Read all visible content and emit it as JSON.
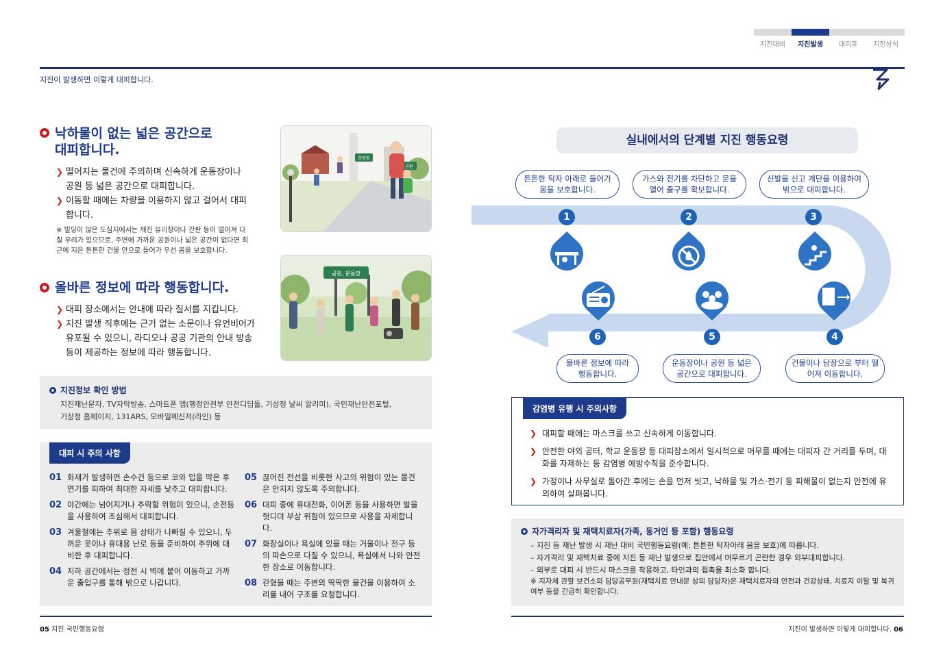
{
  "tabs": [
    "지진대비",
    "지진발생",
    "대피후",
    "지진상식"
  ],
  "header": {
    "caption": "지진이 발생하면 이렇게 대피합니다."
  },
  "section1": {
    "title_line1": "낙하물이 없는 넓은 공간으로",
    "title_line2": "대피합니다.",
    "bullets": [
      "떨어지는 물건에 주의하며 신속하게 운동장이나 공원 등 넓은 공간으로 대피합니다.",
      "이동할 때에는 차량을 이용하지 않고 걸어서 대피합니다."
    ],
    "note": "※ 빌딩이 많은 도심지에서는 깨진 유리창이나 간판 등이 떨어져 다칠 우려가 있으므로, 주변에 가까운 공원이나 넓은 공간이 없다면 최근에 지은 튼튼한 건물 안으로 들어가 우선 몸을 보호합니다."
  },
  "illus1": {
    "sign1": "운동장",
    "sign2": "공원"
  },
  "section2": {
    "title": "올바른 정보에 따라 행동합니다.",
    "bullets": [
      "대피 장소에서는 안내에 따라 질서를 지킵니다.",
      "지진 발생 직후에는 근거 없는 소문이나 유언비어가 유포될 수 있으니, 라디오나 공공 기관의 안내 방송 등이 제공하는 정보에 따라 행동합니다."
    ]
  },
  "illus2": {
    "sign": "공원, 운동장"
  },
  "info": {
    "title": "지진정보 확인 방법",
    "line1": "지진재난문자, TV자막방송, 스마트폰 앱(행정안전부 안전디딤돌, 기상청 날씨 알리미), 국민재난안전포털,",
    "line2": "기상청 홈페이지, 131ARS, 모바일메신저(라인) 등"
  },
  "caution": {
    "title": "대피 시 주의 사항",
    "items": [
      {
        "num": "01",
        "text": "화재가 발생하면 손수건 등으로 코와 입을 막은 후 연기를 피하여 최대한 자세를 낮추고 대피합니다."
      },
      {
        "num": "02",
        "text": "야간에는 넘어지거나 추락할 위험이 있으니, 손전등을 사용하여 조심해서 대피합니다."
      },
      {
        "num": "03",
        "text": "겨울철에는 추위로 몸 상태가 나빠질 수 있으니, 두꺼운 옷이나 휴대용 난로 등을 준비하여 추위에 대비한 후 대피합니다."
      },
      {
        "num": "04",
        "text": "지하 공간에서는 정전 시 벽에 붙어 이동하고 가까운 출입구를 통해 밖으로 나갑니다."
      },
      {
        "num": "05",
        "text": "끊어진 전선을 비롯한 사고의 위험이 있는 물건은 만지지 않도록 주의합니다."
      },
      {
        "num": "06",
        "text": "대피 중에 휴대전화, 이어폰 등을 사용하면 발을 헛디뎌 부상 위험이 있으므로 사용을 자제합니다."
      },
      {
        "num": "07",
        "text": "화장실이나 욕실에 있을 때는 거울이나 전구 등의 파손으로 다칠 수 있으니, 욕실에서 나와 안전한 장소로 이동합니다."
      },
      {
        "num": "08",
        "text": "갇혔을 때는 주변의 딱딱한 물건을 이용하여 소리를 내어 구조를 요청합니다."
      }
    ]
  },
  "footer_left": {
    "page": "05",
    "text": "지진 국민행동요령"
  },
  "footer_right": {
    "text": "지진이 발생하면 이렇게 대피합니다.",
    "page": "06"
  },
  "diagram": {
    "title": "실내에서의 단계별 지진 행동요령",
    "steps": [
      {
        "num": "1",
        "text": "튼튼한 탁자 아래로 들어가 몸을 보호합니다.",
        "icon": "table-icon"
      },
      {
        "num": "2",
        "text": "가스와 전기를 차단하고 문을 열어 출구를 확보합니다.",
        "icon": "gas-off-icon"
      },
      {
        "num": "3",
        "text": "신발을 신고 계단을 이용하여 밖으로 대피합니다.",
        "icon": "stairs-icon"
      },
      {
        "num": "4",
        "text": "건물이나 담장으로 부터 떨어져 이동합니다.",
        "icon": "building-icon"
      },
      {
        "num": "5",
        "text": "운동장이나 공원 등 넓은 공간으로 대피합니다.",
        "icon": "crowd-icon"
      },
      {
        "num": "6",
        "text": "올바른 정보에 따라 행동합니다.",
        "icon": "radio-icon"
      }
    ],
    "colors": {
      "band": "#c8d8ee",
      "drop": "#2f73c4",
      "num": "#1e62b8"
    }
  },
  "covid": {
    "title": "감염병 유행 시 주의사항",
    "items": [
      "대피할 때에는 마스크를 쓰고 신속하게 이동합니다.",
      "안전한 야외 공터, 학교 운동장 등 대피장소에서 일시적으로 머무를 때에는 대피자 간 거리를 두며, 대화를 자제하는 등 감염병 예방수칙을 준수합니다.",
      "가정이나 사무실로 돌아간 후에는 손을 먼저 씻고, 낙하물 및 가스·전기 등 피해물이 없는지 안전에 유의하여 살펴봅니다."
    ]
  },
  "selfq": {
    "title": "자가격리자 및 재택치료자(가족, 동거인 등 포함) 행동요령",
    "items": [
      "– 지진 등 재난 발생 시 재난 대비 국민행동요령(예: 튼튼한 탁자아래 몸을 보호)에 따릅니다.",
      "– 자가격리 및 재택치료 중에 지진 등 재난 발생으로 집안에서 머무르기 곤란한 경우 외부대피합니다.",
      "– 외부로 대피 시 반드시 마스크를 착용하고, 타인과의 접촉을 최소화 합니다.",
      "※ 지자체 관할 보건소의 담당공무원(재택치료 안내문 상의 담당자)은 재택치료자의 안전과 건강상태, 치료지 이탈 및 복귀 여부 등을 긴급히 확인합니다."
    ]
  }
}
